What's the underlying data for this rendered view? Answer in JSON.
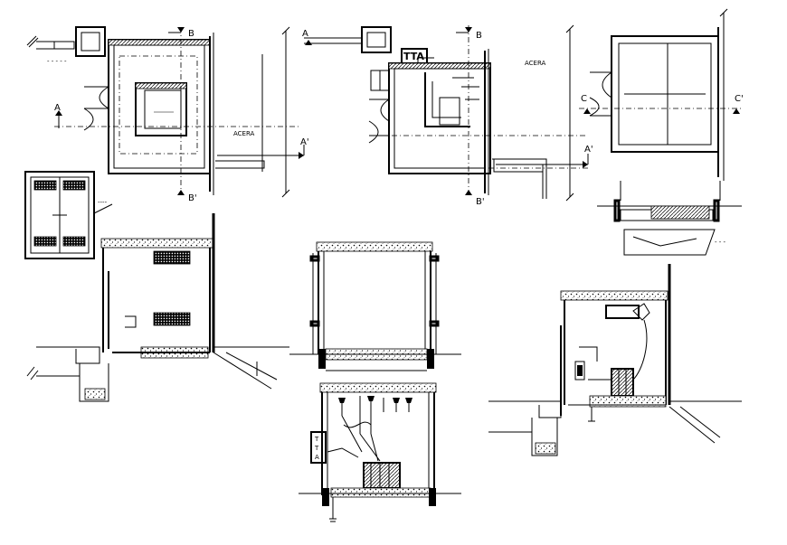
{
  "labels": {
    "acera": "ACERA",
    "tta": "TTA",
    "section_a": "A",
    "section_a_prime": "A'",
    "section_b": "B",
    "section_b_prime": "B'",
    "section_c": "C",
    "section_c_prime": "C'"
  },
  "colors": {
    "ink": "#000000",
    "paper": "#ffffff"
  }
}
